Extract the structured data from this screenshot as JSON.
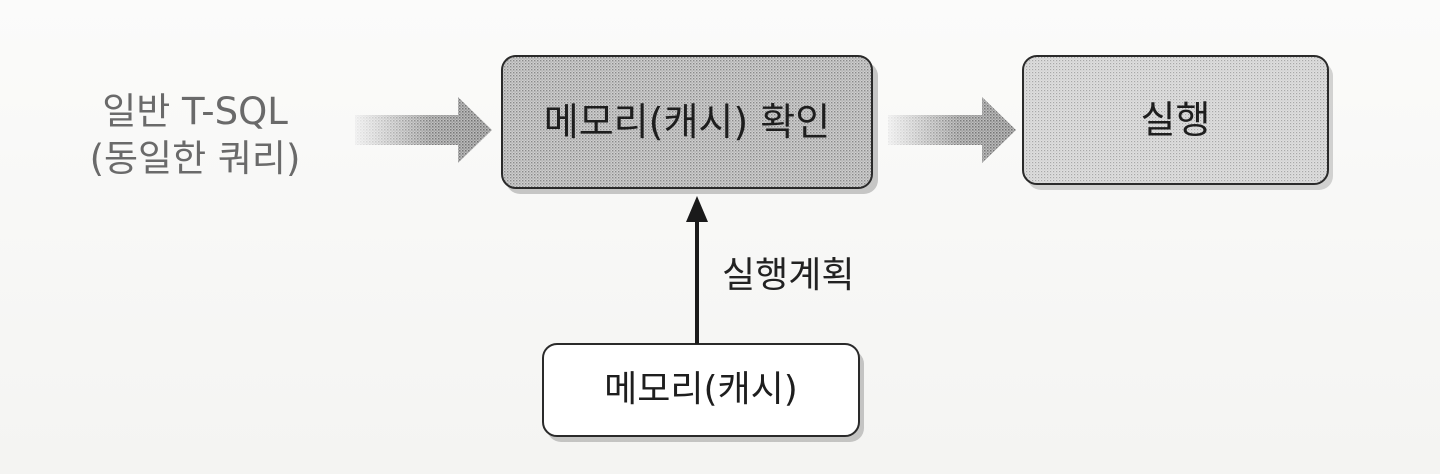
{
  "diagram": {
    "input": {
      "line1": "일반 T-SQL",
      "line2": "(동일한 쿼리)"
    },
    "check_box": {
      "label": "메모리(캐시) 확인"
    },
    "execute_box": {
      "label": "실행"
    },
    "cache_box": {
      "label": "메모리(캐시)"
    },
    "edge_label": "실행계획"
  }
}
